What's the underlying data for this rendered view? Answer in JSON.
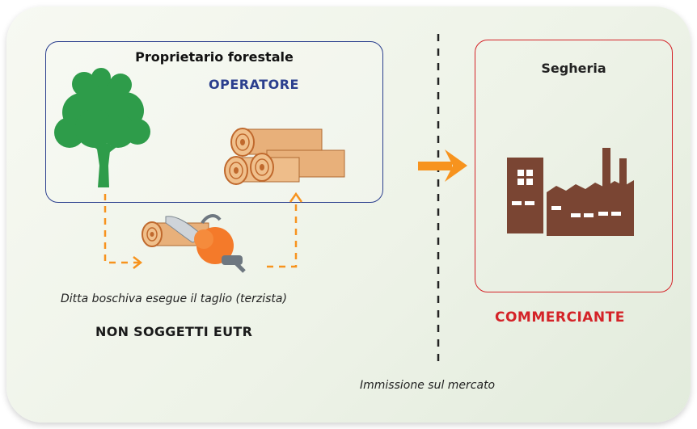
{
  "owner": {
    "title": "Proprietario forestale",
    "role": "OPERATORE"
  },
  "sawmill": {
    "title": "Segheria",
    "role": "COMMERCIANTE"
  },
  "contractor": {
    "caption": "Ditta boschiva esegue il taglio (terzista)",
    "status": "NON SOGGETTI EUTR"
  },
  "market": {
    "caption": "Immissione sul mercato"
  },
  "colors": {
    "operator_blue": "#2b3f8e",
    "trader_red": "#d42328",
    "tree_green": "#2e9c4a",
    "arrow_orange": "#f7931e",
    "factory_brown": "#7a4533",
    "wood": "#e8b07a"
  },
  "icons": [
    "tree-icon",
    "log-pile-icon",
    "chainsaw-icon",
    "cut-log-icon",
    "factory-icon",
    "arrow-right-icon"
  ]
}
